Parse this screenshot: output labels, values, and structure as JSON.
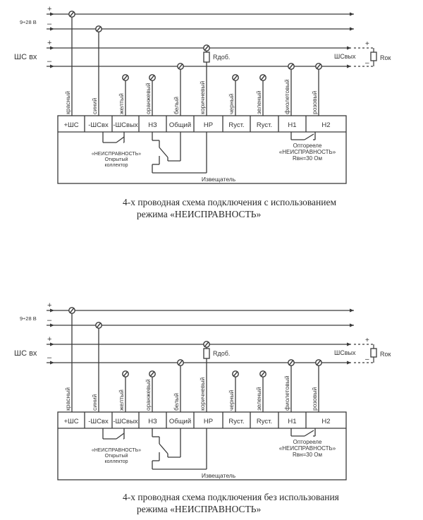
{
  "diagrams": [
    {
      "id": "d1",
      "power_label": "9÷28 В",
      "loop_in_label": "ШС вх",
      "loop_out_label": "ШСвых",
      "plus_sign": "+",
      "minus_sign": "–",
      "r_add_label": "Rдоб.",
      "r_end_label": "Rок",
      "wires": [
        "красный",
        "синий",
        "желтый",
        "оранжевый",
        "белый",
        "коричневый",
        "черный",
        "зеленый",
        "фиолетовый",
        "розовый"
      ],
      "terminals": [
        "+ШС",
        "-ШСвх",
        "-ШСвых",
        "НЗ",
        "Общий",
        "НР",
        "Rуст.",
        "Rуст.",
        "Н1",
        "Н2"
      ],
      "fault_oc_label": [
        "«НЕИСПРАВНОСТЬ»",
        "Открытый",
        "коллектор"
      ],
      "optorelay_label": [
        "Опторееле",
        "«НЕИСПРАВНОСТЬ»",
        "Rвн=30 Ом"
      ],
      "detector_label": "Извещатель",
      "caption": [
        "4-х проводная схема подключения с использованием",
        "режима «НЕИСПРАВНОСТЬ»"
      ]
    },
    {
      "id": "d2",
      "power_label": "9÷28 В",
      "loop_in_label": "ШС вх",
      "loop_out_label": "ШСвых",
      "plus_sign": "+",
      "minus_sign": "–",
      "r_add_label": "Rдоб.",
      "r_end_label": "Rок",
      "wires": [
        "красный",
        "синий",
        "желтый",
        "оранжевый",
        "белый",
        "коричневый",
        "черный",
        "зеленый",
        "фиолетовый",
        "розовый"
      ],
      "terminals": [
        "+ШС",
        "-ШСвх",
        "-ШСвых",
        "НЗ",
        "Общий",
        "НР",
        "Rуст.",
        "Rуст.",
        "Н1",
        "Н2"
      ],
      "fault_oc_label": [
        "«НЕИСПРАВНОСТЬ»",
        "Открытый",
        "коллектор"
      ],
      "optorelay_label": [
        "Опторееле",
        "«НЕИСПРАВНОСТЬ»",
        "Rвн=30 Ом"
      ],
      "detector_label": "Извещатель",
      "caption": [
        "4-х проводная схема подключения без использования",
        "режима «НЕИСПРАВНОСТЬ»"
      ]
    }
  ]
}
